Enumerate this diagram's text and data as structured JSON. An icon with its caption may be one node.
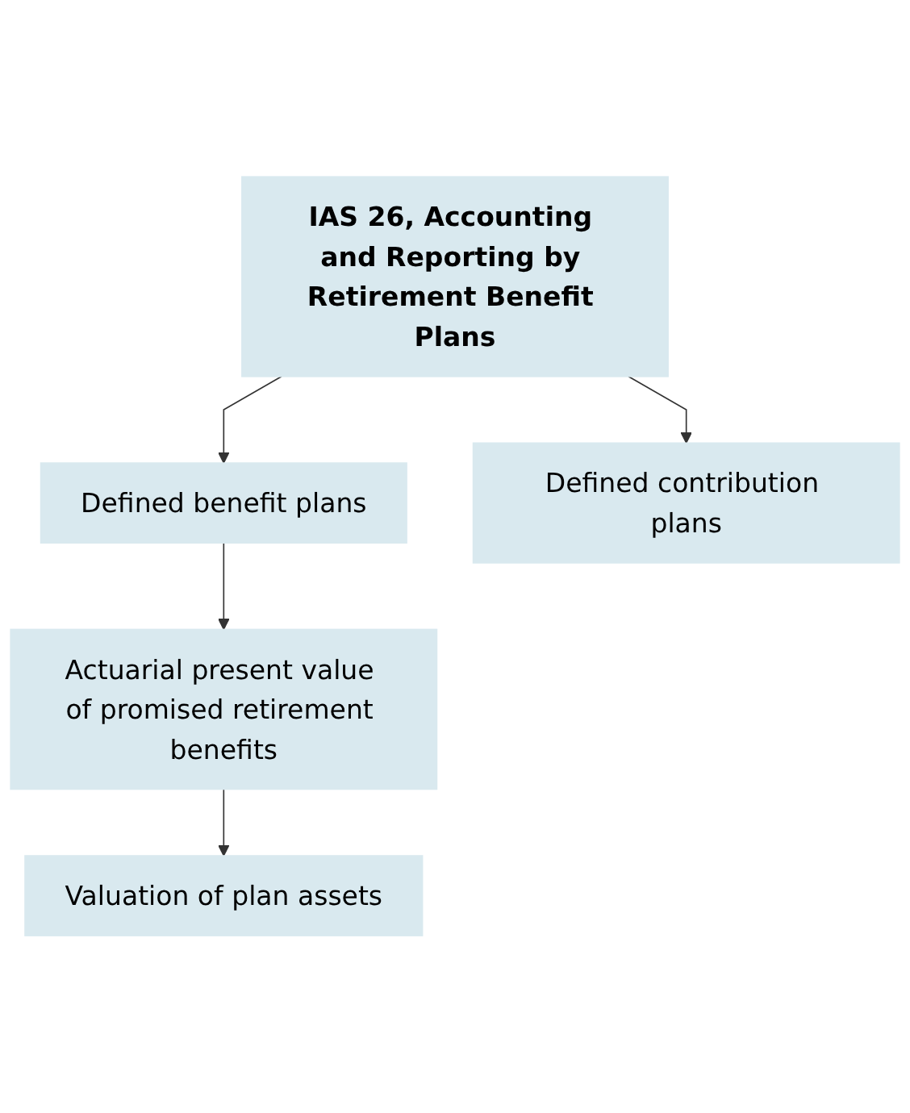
{
  "diagram": {
    "nodes": [
      {
        "text": [
          "IAS 26, Accounting and Reporting by Retirement Benefit Plans"
        ]
      },
      {
        "text": [
          "Defined benefit plans"
        ]
      },
      {
        "text": [
          "Defined contribution plans"
        ]
      },
      {
        "text": [
          "Actuarial present value of promised retirement benefits"
        ]
      },
      {
        "text": [
          "Valuation of plan assets"
        ]
      }
    ],
    "edges": [
      {
        "from": 0,
        "to": 1,
        "arrow": "to"
      },
      {
        "from": 0,
        "to": 2,
        "arrow": "to"
      },
      {
        "from": 1,
        "to": 3,
        "arrow": "to"
      },
      {
        "from": 3,
        "to": 4,
        "arrow": "to"
      }
    ]
  }
}
